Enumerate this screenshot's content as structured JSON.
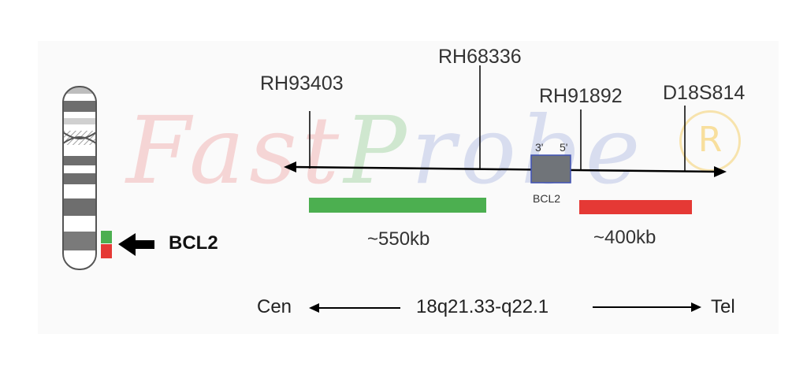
{
  "watermark": {
    "part1": "Fast",
    "part2": "P",
    "part3": "robe",
    "registered_symbol": "R"
  },
  "markers": {
    "rh93403": "RH93403",
    "rh68336": "RH68336",
    "rh91892": "RH91892",
    "d18s814": "D18S814"
  },
  "gene": {
    "box_label": "BCL2",
    "end_3": "3'",
    "end_5": "5'",
    "pointer_label": "BCL2"
  },
  "probes": {
    "green_size": "~550kb",
    "red_size": "~400kb"
  },
  "orientation": {
    "centromere": "Cen",
    "band": "18q21.33-q22.1",
    "telomere": "Tel"
  },
  "colors": {
    "green_probe": "#4caf50",
    "red_probe": "#e53935",
    "gene_box": "#707479",
    "gene_box_border": "#3f51b5",
    "line": "#000000"
  }
}
